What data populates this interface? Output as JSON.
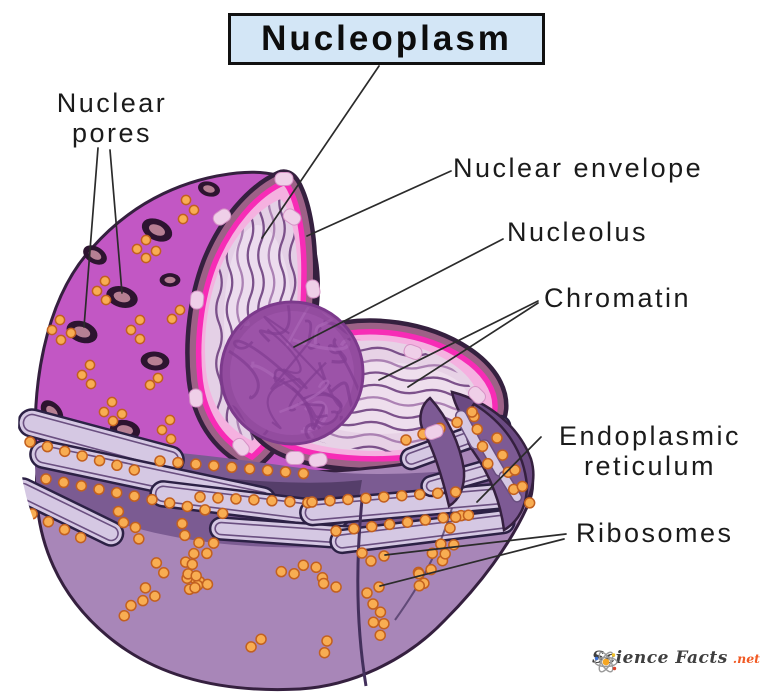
{
  "title": {
    "text": "Nucleoplasm"
  },
  "labels": {
    "pores": {
      "line1": "Nuclear",
      "line2": "pores"
    },
    "envelope": {
      "text": "Nuclear envelope"
    },
    "nucleolus": {
      "text": "Nucleolus"
    },
    "chromatin": {
      "text": "Chromatin"
    },
    "er": {
      "line1": "Endoplasmic",
      "line2": "reticulum"
    },
    "ribosomes": {
      "text": "Ribosomes"
    }
  },
  "watermark": {
    "brand": "Science Facts",
    "tld": ".net"
  },
  "colors": {
    "title_box_bg": "#d3e6f6",
    "title_box_border": "#111111",
    "label_text": "#1b1b1b",
    "leader_line": "#2b2b2b",
    "nucleus_surface": "#c257c4",
    "outline_dark": "#35203f",
    "pore_dark": "#2d1430",
    "pore_inner": "#b67f93",
    "envelope_cut": "#9d6187",
    "envelope_pink": "#f72cb6",
    "envelope_pale": "#f5b1e0",
    "face_wall": "#e4d0e6",
    "face_floor": "#e7d2e6",
    "chromatin": "#6f4180",
    "chromatin_light": "#a478ad",
    "nucleolus": "#9c53a8",
    "nucleolus_thread": "#833d93",
    "er_base": "#a886b8",
    "er_mid": "#7b5b92",
    "er_shadow": "#4f3963",
    "er_tube": "#d5c8e3",
    "er_tube_line": "#6a4f80",
    "er_fold": "#6b4a82",
    "er_fold_light": "#7d5a94",
    "ribosome": "#f8ad52",
    "ribosome_edge": "#c2601f",
    "knob": "#efcfe8",
    "knob_edge": "#d693c6",
    "seam": "#43305c",
    "watermark_text": "#3f3f3f",
    "watermark_orange": "#f15a24"
  }
}
